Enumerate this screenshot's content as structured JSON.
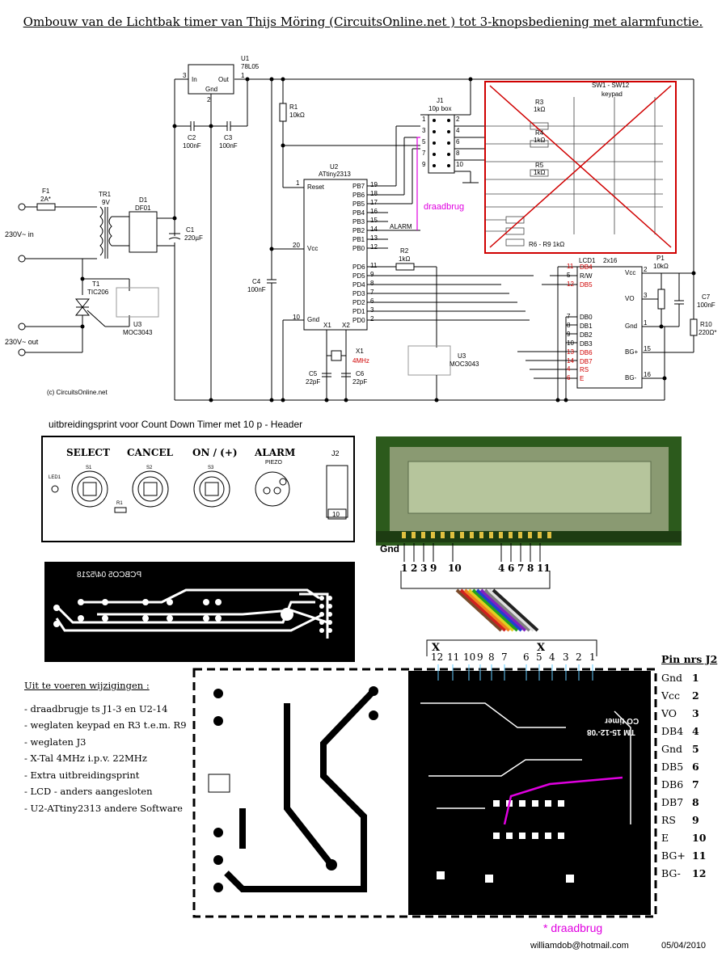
{
  "title": "Ombouw van de Lichtbak timer van Thijs Möring (CircuitsOnline.net ) tot 3-knopsbediening met alarmfunctie.",
  "schematic": {
    "u1": {
      "ref": "U1",
      "part": "78L05",
      "pin_in": "In",
      "pin_out": "Out",
      "pin_gnd": "Gnd",
      "n1": "3",
      "n2": "2",
      "n3": "1"
    },
    "c2": {
      "ref": "C2",
      "val": "100nF"
    },
    "c3": {
      "ref": "C3",
      "val": "100nF"
    },
    "r1": {
      "ref": "R1",
      "val": "10kΩ"
    },
    "f1": {
      "ref": "F1",
      "val": "2A*"
    },
    "tr1": {
      "ref": "TR1",
      "val": "9V"
    },
    "d1": {
      "ref": "D1",
      "val": "DF01"
    },
    "c1": {
      "ref": "C1",
      "val": "220µF"
    },
    "t1": {
      "ref": "T1",
      "val": "TIC206"
    },
    "u3a": {
      "ref": "U3",
      "val": "MOC3043"
    },
    "u3b": {
      "ref": "U3",
      "val": "MOC3043"
    },
    "c4": {
      "ref": "C4",
      "val": "100nF"
    },
    "u2": {
      "ref": "U2",
      "val": "ATtiny2313",
      "reset": "Reset",
      "vcc": "Vcc",
      "gnd": "Gnd",
      "x1": "X1",
      "x2": "X2"
    },
    "u2_pins_left": [
      {
        "n": "1"
      },
      {
        "n": "20"
      },
      {
        "n": "10"
      }
    ],
    "u2_right": [
      {
        "name": "PB7",
        "n": "19"
      },
      {
        "name": "PB6",
        "n": "18"
      },
      {
        "name": "PB5",
        "n": "17"
      },
      {
        "name": "PB4",
        "n": "16"
      },
      {
        "name": "PB3",
        "n": "15"
      },
      {
        "name": "PB2",
        "n": "14"
      },
      {
        "name": "PB1",
        "n": "13"
      },
      {
        "name": "PB0",
        "n": "12"
      },
      {
        "name": "PD6",
        "n": "11"
      },
      {
        "name": "PD5",
        "n": "9"
      },
      {
        "name": "PD4",
        "n": "8"
      },
      {
        "name": "PD3",
        "n": "7"
      },
      {
        "name": "PD2",
        "n": "6"
      },
      {
        "name": "PD1",
        "n": "3"
      },
      {
        "name": "PD0",
        "n": "2"
      }
    ],
    "alarm": "ALARM",
    "x1": {
      "ref": "X1",
      "val": "4MHz"
    },
    "c5": {
      "ref": "C5",
      "val": "22pF"
    },
    "c6": {
      "ref": "C6",
      "val": "22pF"
    },
    "r2": {
      "ref": "R2",
      "val": "1kΩ"
    },
    "j1": {
      "ref": "J1",
      "val": "10p box",
      "left": [
        "1",
        "3",
        "5",
        "7",
        "9"
      ],
      "right": [
        "2",
        "4",
        "6",
        "8",
        "10"
      ]
    },
    "draadbrug": "draadbrug",
    "keypad": {
      "ref": "SW1 - SW12",
      "val": "keypad",
      "r3": "R3",
      "r4": "R4",
      "r5": "R5",
      "rv": "1kΩ",
      "r69": "R6 - R9  1kΩ"
    },
    "lcd": {
      "ref": "LCD1",
      "val": "2x16",
      "pins": [
        {
          "n": "11",
          "name": "DB4",
          "red": true
        },
        {
          "n": "5",
          "name": "R/W",
          "red": false
        },
        {
          "n": "12",
          "name": "DB5",
          "red": true
        },
        {
          "n": "7",
          "name": "DB0",
          "red": false
        },
        {
          "n": "8",
          "name": "DB1",
          "red": false
        },
        {
          "n": "9",
          "name": "DB2",
          "red": false
        },
        {
          "n": "10",
          "name": "DB3",
          "red": false
        },
        {
          "n": "13",
          "name": "DB6",
          "red": true
        },
        {
          "n": "14",
          "name": "DB7",
          "red": true
        },
        {
          "n": "4",
          "name": "RS",
          "red": true
        },
        {
          "n": "6",
          "name": "E",
          "red": true
        }
      ],
      "right": [
        {
          "name": "Vcc",
          "n": "2"
        },
        {
          "name": "VO",
          "n": "3"
        },
        {
          "name": "Gnd",
          "n": "1"
        },
        {
          "name": "BG+",
          "n": "15"
        },
        {
          "name": "BG-",
          "n": "16"
        }
      ]
    },
    "p1": {
      "ref": "P1",
      "val": "10kΩ"
    },
    "c7": {
      "ref": "C7",
      "val": "100nF"
    },
    "r10": {
      "ref": "R10",
      "val": "220Ω*"
    },
    "in230": "230V~ in",
    "out230": "230V~ out",
    "copyright": "(c) CircuitsOnline.net"
  },
  "subtitle": "uitbreidingsprint voor Count Down Timer met 10 p - Header",
  "panel": {
    "select": "SELECT",
    "cancel": "CANCEL",
    "on": "ON / (+)",
    "alarm": "ALARM",
    "piezo": "PIEZO",
    "j2": "J2",
    "led1": "LED1",
    "s1": "S1",
    "s2": "S2",
    "s3": "S3",
    "r1": "R1",
    "ten": "10"
  },
  "pcb_text": "PCBCO5 04/5218",
  "lcd_photo": {
    "gnd": "Gnd",
    "pins_a": [
      "1",
      "2",
      "3",
      "9",
      "10"
    ],
    "pins_b": [
      "4",
      "6",
      "7",
      "8",
      "11"
    ]
  },
  "connector": {
    "x": "X",
    "pins": [
      "12",
      "11",
      "10",
      "9",
      "8",
      "7",
      "6",
      "5",
      "4",
      "3",
      "2",
      "1"
    ],
    "label1": "CO timer",
    "label2": "TM 15-12-'08"
  },
  "notes": {
    "heading": "Uit te voeren wijzigingen :",
    "items": [
      "- draadbrugje ts J1-3 en U2-14",
      "- weglaten keypad en R3 t.e.m. R9",
      "- weglaten J3",
      "- X-Tal 4MHz i.p.v. 22MHz",
      "- Extra uitbreidingsprint",
      "- LCD - anders aangesloten",
      "- U2-ATtiny2313 andere Software"
    ]
  },
  "pin_table": {
    "heading": "Pin nrs J2",
    "rows": [
      {
        "name": "Gnd",
        "n": "1"
      },
      {
        "name": "Vcc",
        "n": "2"
      },
      {
        "name": "VO",
        "n": "3"
      },
      {
        "name": "DB4",
        "n": "4"
      },
      {
        "name": "Gnd",
        "n": "5"
      },
      {
        "name": "DB5",
        "n": "6"
      },
      {
        "name": "DB6",
        "n": "7"
      },
      {
        "name": "DB7",
        "n": "8"
      },
      {
        "name": "RS",
        "n": "9"
      },
      {
        "name": "E",
        "n": "10"
      },
      {
        "name": "BG+",
        "n": "11"
      },
      {
        "name": "BG-",
        "n": "12"
      }
    ]
  },
  "draadbrug_star": "* draadbrug",
  "email": "williamdob@hotmail.com",
  "date": "05/04/2010",
  "colors": {
    "accent": "#e000e0",
    "red": "#d00000",
    "lcd_green": "#2c5a1c"
  }
}
